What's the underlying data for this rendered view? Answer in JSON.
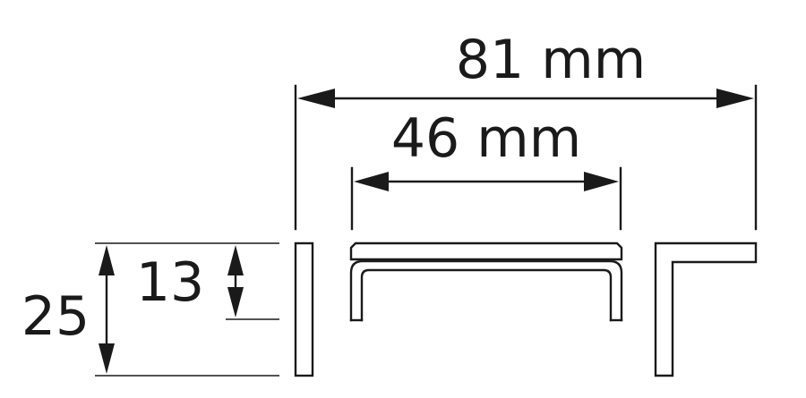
{
  "dimensions": {
    "overall_width": "81 mm",
    "hole_spacing": "46 mm",
    "total_height": "25",
    "handle_depth": "13"
  },
  "colors": {
    "ink": "#1a1a1a",
    "background": "#ffffff"
  }
}
